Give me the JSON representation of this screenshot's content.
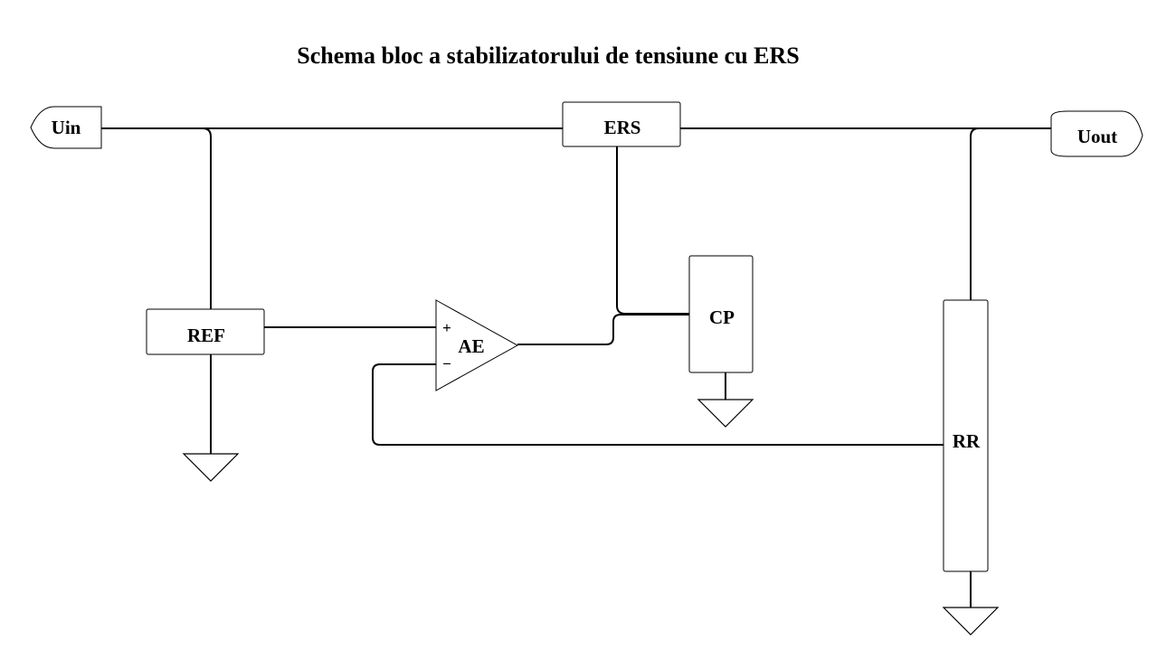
{
  "title": "Schema bloc a stabilizatorului de tensiune cu ERS",
  "ports": {
    "input": "Uin",
    "output": "Uout"
  },
  "blocks": {
    "ers": "ERS",
    "ref": "REF",
    "ae": "AE",
    "cp": "CP",
    "rr": "RR"
  },
  "amplifier_inputs": {
    "plus": "+",
    "minus": "−"
  }
}
